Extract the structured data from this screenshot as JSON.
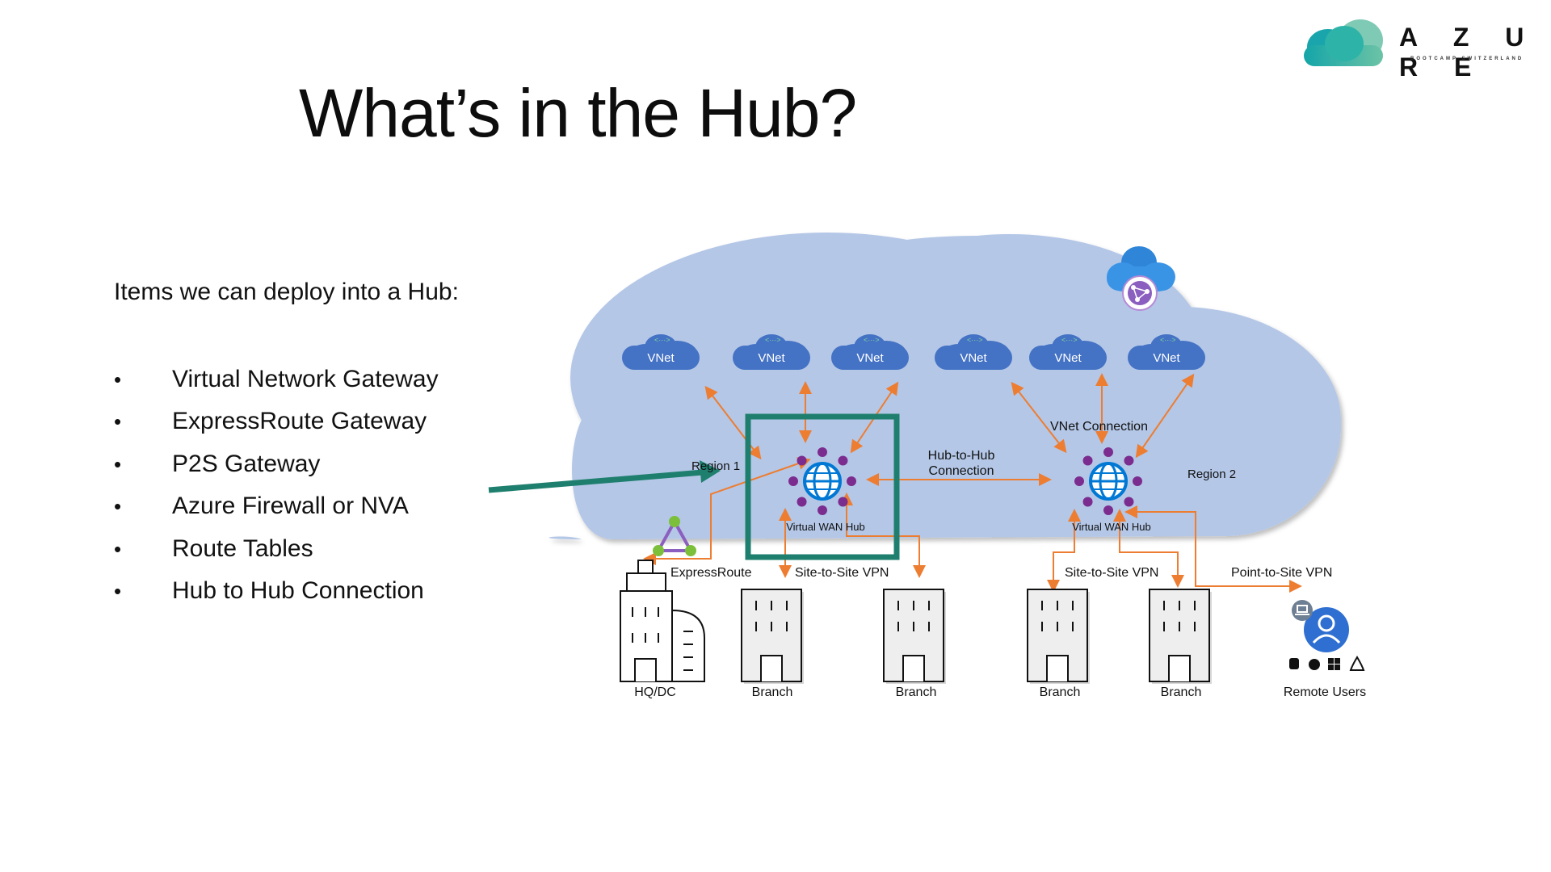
{
  "slide": {
    "title": "What’s in the Hub?",
    "intro": "Items we can deploy into a Hub:",
    "bullet_char": "•",
    "bullets": [
      "Virtual Network Gateway",
      "ExpressRoute Gateway",
      "P2S Gateway",
      "Azure Firewall or NVA",
      "Route Tables",
      "Hub to Hub Connection"
    ]
  },
  "logo": {
    "word": "A Z U R E",
    "sub": "BOOTCAMP SWITZERLAND"
  },
  "diagram": {
    "vnet_label": "VNet",
    "region1": "Region 1",
    "region2": "Region 2",
    "hub_label": "Virtual WAN Hub",
    "hub_to_hub_line1": "Hub-to-Hub",
    "hub_to_hub_line2": "Connection",
    "vnet_connection": "VNet Connection",
    "expressroute": "ExpressRoute",
    "s2s_vpn": "Site-to-Site VPN",
    "p2s_vpn": "Point-to-Site VPN",
    "hq_label": "HQ/DC",
    "branch_label": "Branch",
    "remote_users": "Remote Users",
    "colors": {
      "cloud": "#b4c7e7",
      "vnet": "#4472c4",
      "arrow": "#ed7d31",
      "highlight": "#1f7f6e",
      "hub_globe": "#0078d4",
      "hub_dots": "#7b2c8f"
    }
  }
}
